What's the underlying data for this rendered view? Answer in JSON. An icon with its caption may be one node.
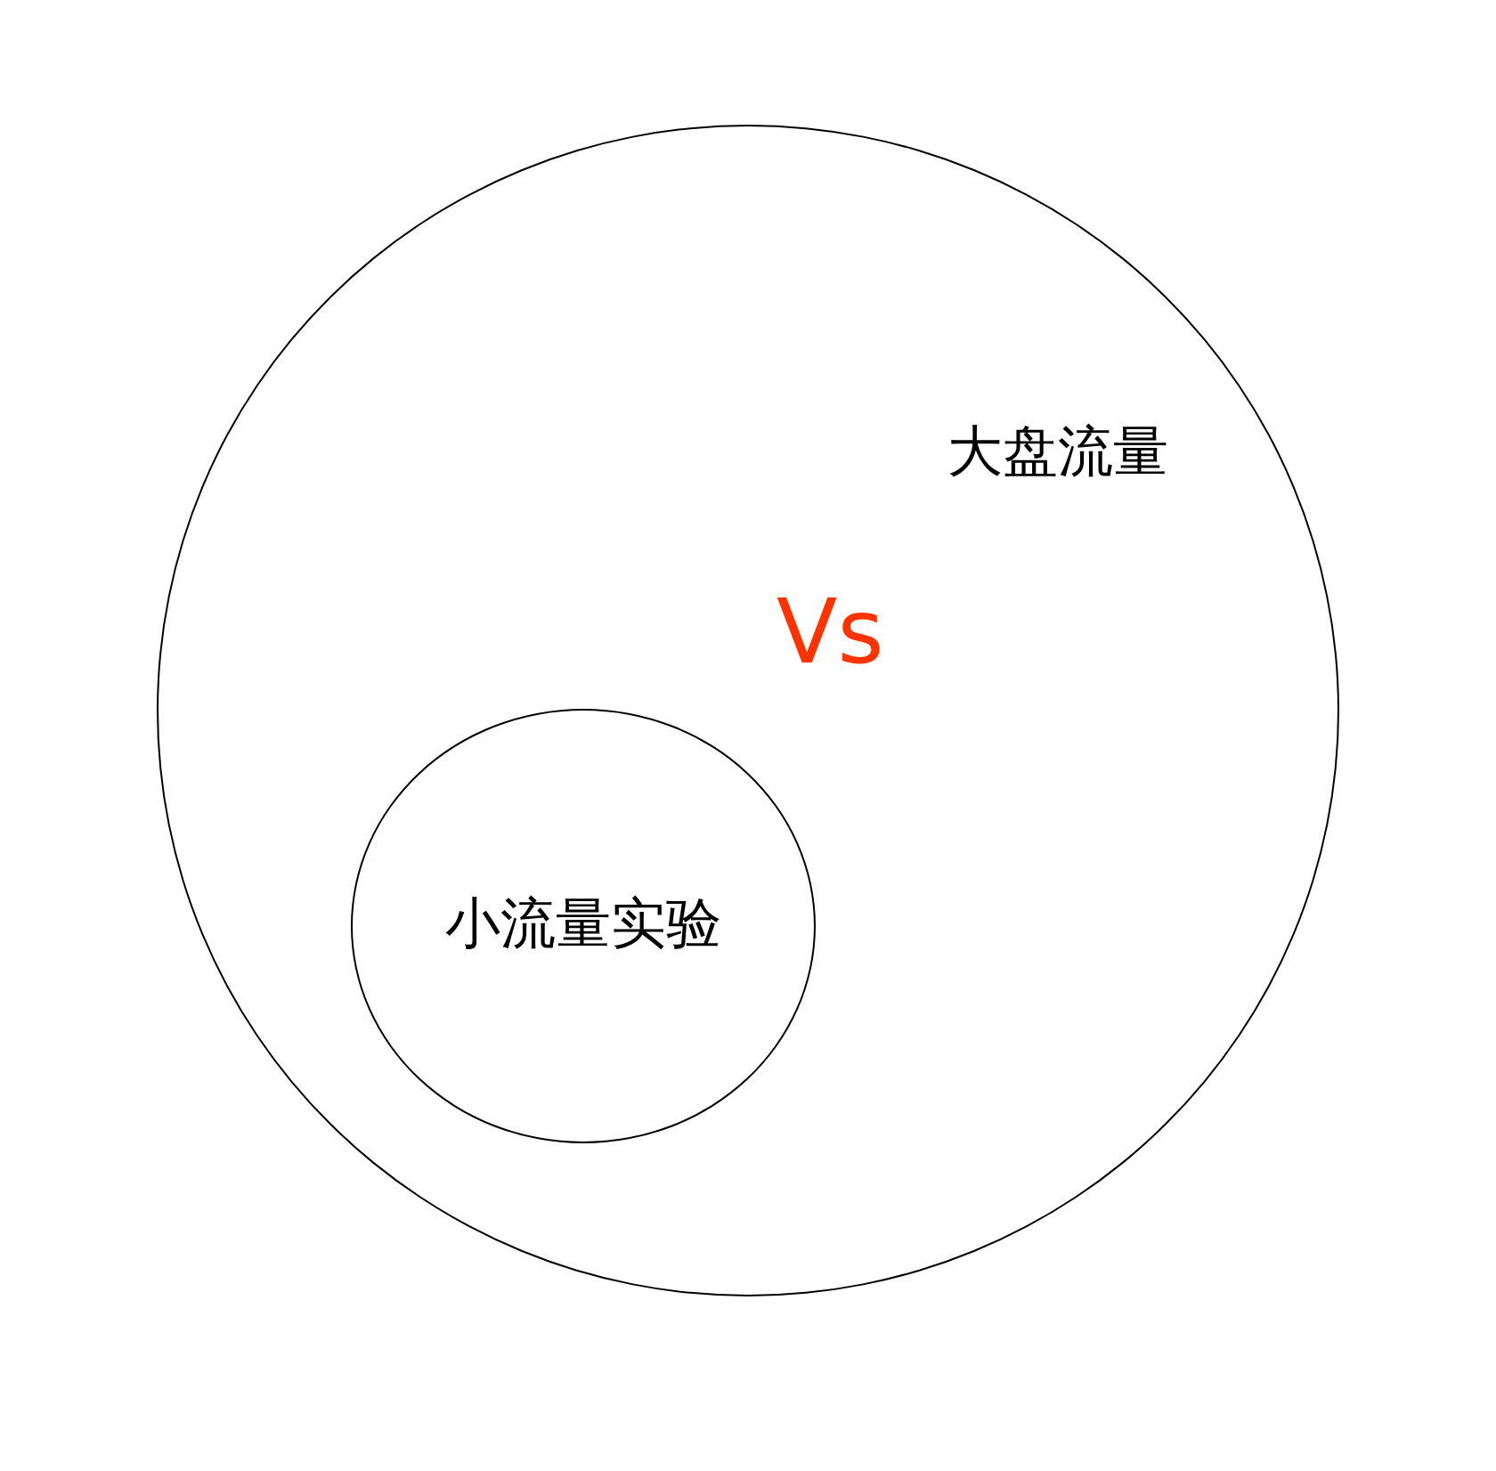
{
  "diagram": {
    "nodes": [
      {
        "text": [
          "大盘流量"
        ]
      },
      {
        "text": [
          "小流量实验"
        ],
        "in": 0
      }
    ],
    "labels": [
      "Vs"
    ]
  }
}
